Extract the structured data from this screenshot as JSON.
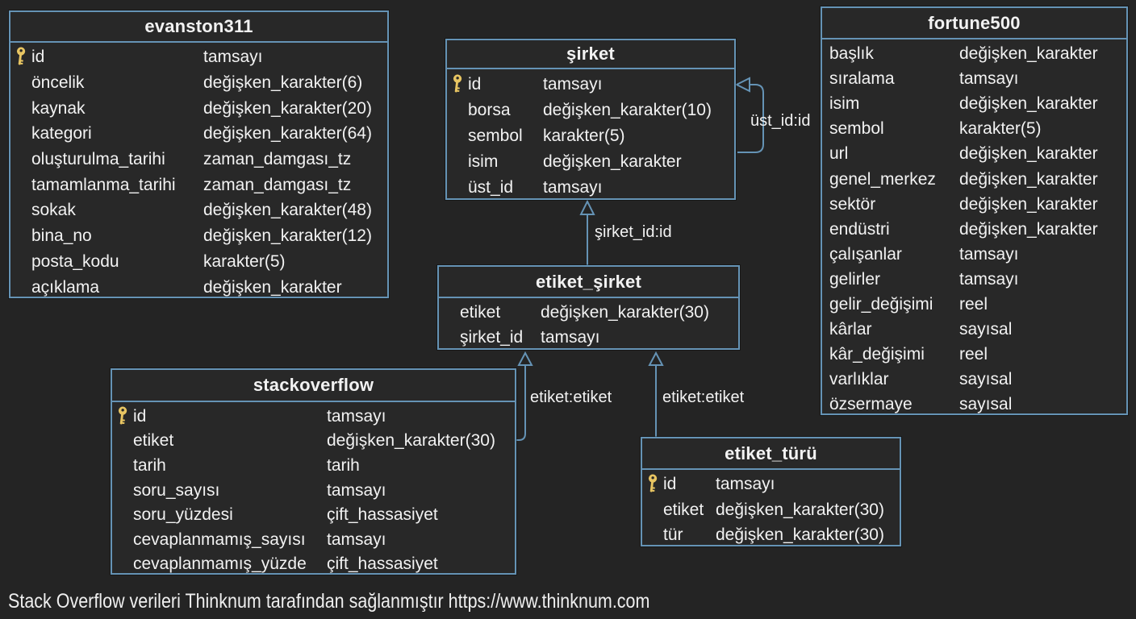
{
  "colors": {
    "background": "#242424",
    "table_fill": "#282828",
    "accent_border": "#6593b5",
    "text": "#f2f2f2",
    "primary_key": "#e8c562"
  },
  "tables": [
    {
      "title": "evanston311",
      "columns": [
        {
          "key": true,
          "name": "id",
          "type": "tamsayı"
        },
        {
          "key": false,
          "name": "öncelik",
          "type": "değişken_karakter(6)"
        },
        {
          "key": false,
          "name": "kaynak",
          "type": "değişken_karakter(20)"
        },
        {
          "key": false,
          "name": "kategori",
          "type": "değişken_karakter(64)"
        },
        {
          "key": false,
          "name": "oluşturulma_tarihi",
          "type": "zaman_damgası_tz"
        },
        {
          "key": false,
          "name": "tamamlanma_tarihi",
          "type": "zaman_damgası_tz"
        },
        {
          "key": false,
          "name": "sokak",
          "type": "değişken_karakter(48)"
        },
        {
          "key": false,
          "name": "bina_no",
          "type": "değişken_karakter(12)"
        },
        {
          "key": false,
          "name": "posta_kodu",
          "type": "karakter(5)"
        },
        {
          "key": false,
          "name": "açıklama",
          "type": "değişken_karakter"
        }
      ]
    },
    {
      "title": "şirket",
      "columns": [
        {
          "key": true,
          "name": "id",
          "type": "tamsayı"
        },
        {
          "key": false,
          "name": "borsa",
          "type": "değişken_karakter(10)"
        },
        {
          "key": false,
          "name": "sembol",
          "type": "karakter(5)"
        },
        {
          "key": false,
          "name": "isim",
          "type": "değişken_karakter"
        },
        {
          "key": false,
          "name": "üst_id",
          "type": "tamsayı"
        }
      ]
    },
    {
      "title": "fortune500",
      "columns": [
        {
          "key": false,
          "name": "başlık",
          "type": "değişken_karakter"
        },
        {
          "key": false,
          "name": "sıralama",
          "type": "tamsayı"
        },
        {
          "key": false,
          "name": "isim",
          "type": "değişken_karakter"
        },
        {
          "key": false,
          "name": "sembol",
          "type": "karakter(5)"
        },
        {
          "key": false,
          "name": "url",
          "type": "değişken_karakter"
        },
        {
          "key": false,
          "name": "genel_merkez",
          "type": "değişken_karakter"
        },
        {
          "key": false,
          "name": "sektör",
          "type": "değişken_karakter"
        },
        {
          "key": false,
          "name": "endüstri",
          "type": "değişken_karakter"
        },
        {
          "key": false,
          "name": "çalışanlar",
          "type": "tamsayı"
        },
        {
          "key": false,
          "name": "gelirler",
          "type": "tamsayı"
        },
        {
          "key": false,
          "name": "gelir_değişimi",
          "type": "reel"
        },
        {
          "key": false,
          "name": "kârlar",
          "type": "sayısal"
        },
        {
          "key": false,
          "name": "kâr_değişimi",
          "type": "reel"
        },
        {
          "key": false,
          "name": "varlıklar",
          "type": "sayısal"
        },
        {
          "key": false,
          "name": "özsermaye",
          "type": "sayısal"
        }
      ]
    },
    {
      "title": "etiket_şirket",
      "columns": [
        {
          "key": false,
          "name": "etiket",
          "type": "değişken_karakter(30)"
        },
        {
          "key": false,
          "name": "şirket_id",
          "type": "tamsayı"
        }
      ]
    },
    {
      "title": "stackoverflow",
      "columns": [
        {
          "key": true,
          "name": "id",
          "type": "tamsayı"
        },
        {
          "key": false,
          "name": "etiket",
          "type": "değişken_karakter(30)"
        },
        {
          "key": false,
          "name": "tarih",
          "type": "tarih"
        },
        {
          "key": false,
          "name": "soru_sayısı",
          "type": "tamsayı"
        },
        {
          "key": false,
          "name": "soru_yüzdesi",
          "type": "çift_hassasiyet"
        },
        {
          "key": false,
          "name": "cevaplanmamış_sayısı",
          "type": "tamsayı"
        },
        {
          "key": false,
          "name": "cevaplanmamış_yüzde",
          "type": "çift_hassasiyet"
        }
      ]
    },
    {
      "title": "etiket_türü",
      "columns": [
        {
          "key": true,
          "name": "id",
          "type": "tamsayı"
        },
        {
          "key": false,
          "name": "etiket",
          "type": "değişken_karakter(30)"
        },
        {
          "key": false,
          "name": "tür",
          "type": "değişken_karakter(30)"
        }
      ]
    }
  ],
  "relations": [
    {
      "label": "üst_id:id"
    },
    {
      "label": "şirket_id:id"
    },
    {
      "label": "etiket:etiket"
    },
    {
      "label": "etiket:etiket"
    }
  ],
  "footer": {
    "text": "Stack Overflow verileri Thinknum tarafından sağlanmıştır https://www.thinknum.com"
  }
}
